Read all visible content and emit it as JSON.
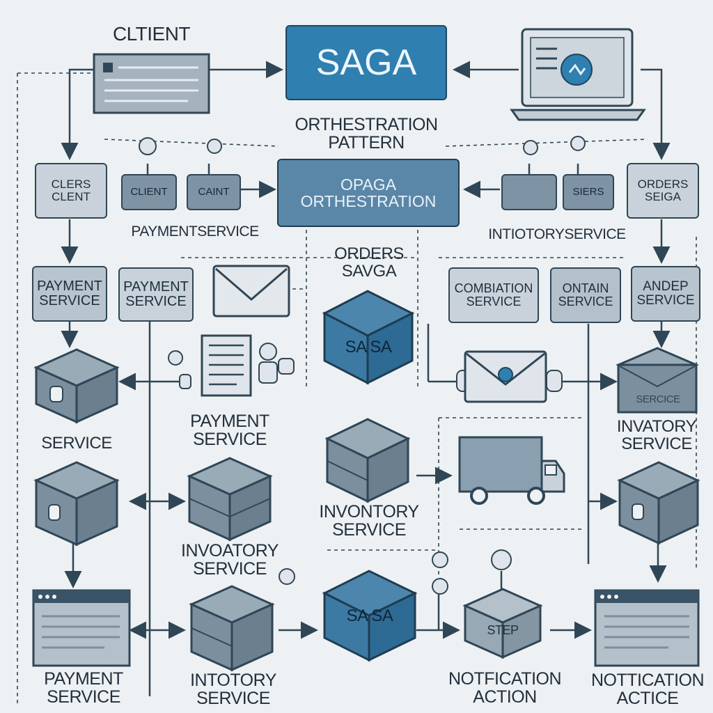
{
  "labels": {
    "client_top": "CLTIENT",
    "saga_title": "SAGA",
    "orchestration_pattern": "ORTHESTRATION\nPATTERN",
    "orders_saga_center": "ORDERS\nSAVGA",
    "saga_cube_1": "SA  SA",
    "saga_cube_2": "SA  SA"
  },
  "boxes": {
    "clers_client": "CLERS\nCLENT",
    "client_small": "CLIENT",
    "caint": "CAINT",
    "opaga_orchestration": "OPAGA\nORTHESTRATION",
    "sieps": "SIERS",
    "orders_seiga": "ORDERS\nSEIGA",
    "payment_service_box_1": "PAYMENT\nSERVICE",
    "payment_service_box_2": "PAYMENT\nSERVICE",
    "combiation_service": "COMBIATION\nSERVICE",
    "ontain_service": "ONTAIN\nSERVICE",
    "andep_service": "ANDEP\nSERVICE",
    "step": "STEP"
  },
  "captions": {
    "payment_service_row2": "PAYMENTSERVICE",
    "intotory_service_row2": "INTIOTORYSERVICE",
    "service_left": "SERVICE",
    "payment_service_mid": "PAYMENT\nSERVICE",
    "invatory_service_right": "INVATORY\nSERVICE",
    "inventory_service_center": "INVONTORY\nSERVICE",
    "invoatory_service_left": "INVOATORY\nSERVICE",
    "payment_service_bottom": "PAYMENT\nSERVICE",
    "intotory_service_bottom": "INTOTORY\nSERVICE",
    "notification_action": "NOTFICATION\nACTION",
    "notication_actice": "NOTTICATION\nACTICE",
    "sercice_tag": "SERCICE"
  },
  "colors": {
    "accent_blue": "#2f7fb0",
    "box_gray": "#7e93a3",
    "light_box": "#c9d2da",
    "line": "#2f4656",
    "background": "#eef1f3"
  }
}
